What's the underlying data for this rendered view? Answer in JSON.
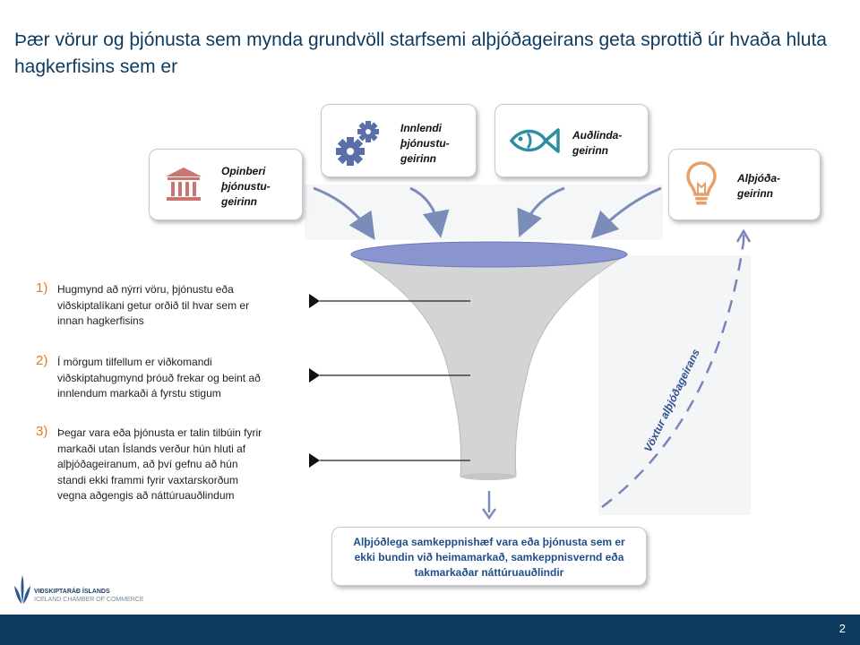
{
  "title": "Þær vörur og þjónusta sem mynda grundvöll starfsemi alþjóðageirans geta sprottið úr hvaða hluta hagkerfisins sem er",
  "sectors": [
    {
      "icon": "bank-building-icon",
      "lines": [
        "Opinberi",
        "þjónustu-",
        "geirinn"
      ]
    },
    {
      "icon": "gears-icon",
      "lines": [
        "Innlendi",
        "þjónustu-",
        "geirinn"
      ]
    },
    {
      "icon": "fish-icon",
      "lines": [
        "Auðlinda-",
        "geirinn"
      ]
    },
    {
      "icon": "lightbulb-icon",
      "lines": [
        "Alþjóða-",
        "geirinn"
      ]
    }
  ],
  "steps": [
    {
      "num": "1)",
      "lines": [
        "Hugmynd að nýrri vöru, þjónustu eða",
        "viðskiptalíkani getur orðið til hvar sem er",
        "innan hagkerfisins"
      ]
    },
    {
      "num": "2)",
      "lines": [
        "Í mörgum tilfellum er viðkomandi",
        "viðskiptahugmynd þróuð frekar og beint að",
        "innlendum markaði á fyrstu stigum"
      ]
    },
    {
      "num": "3)",
      "lines": [
        "Þegar vara eða þjónusta er talin tilbúin fyrir",
        "markaði utan Íslands verður hún hluti af",
        "alþjóðageiranum, að því gefnu að hún",
        "standi ekki frammi fyrir vaxtarskorðum",
        "vegna aðgengis að náttúruauðlindum"
      ]
    }
  ],
  "result": {
    "lines": [
      "Alþjóðlega samkeppnishæf vara eða þjónusta sem er",
      "ekki bundin við heimamarkað, samkeppnisvernd eða",
      "takmarkaðar náttúruauðlindir"
    ]
  },
  "growth_label": "Vöxtur alþjóðageirans",
  "logo": {
    "line1": "VIÐSKIPTARÁÐ ÍSLANDS",
    "line2": "ICELAND CHAMBER OF COMMERCE"
  },
  "page_number": "2",
  "colors": {
    "title": "#0d3a5e",
    "footer": "#0d3a5e",
    "accent": "#e07b1f",
    "bank": "#c8766f",
    "gears": "#5a6fa8",
    "fish": "#2a8fa0",
    "bulb": "#e8a06a",
    "funnel": "#d2d4d6",
    "funnel_top": "#8a95d0",
    "arrow": "#7a8db8",
    "result_text": "#1f4e8c"
  }
}
